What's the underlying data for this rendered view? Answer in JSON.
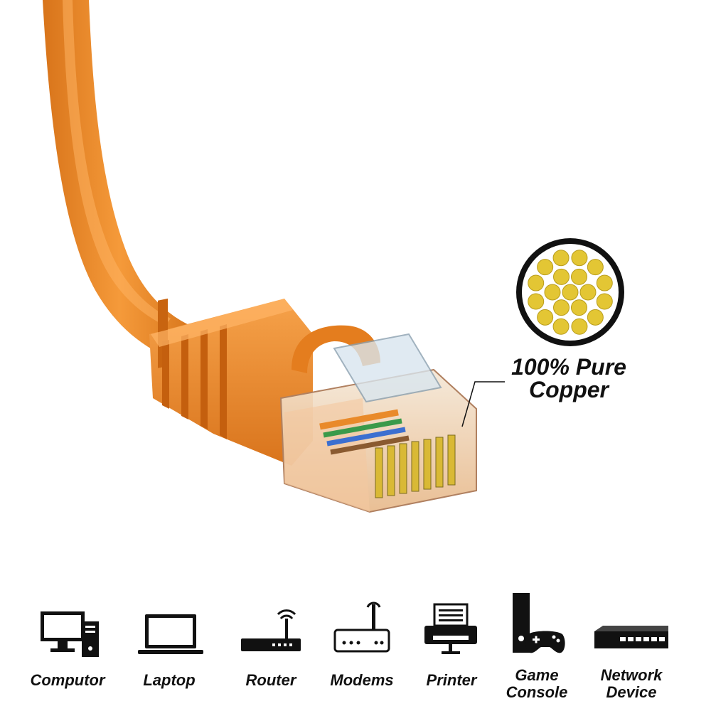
{
  "product": {
    "colors": {
      "cable": "#f08a24",
      "cable_dark": "#c96a12",
      "copper": "#e3c634",
      "icon": "#111111"
    }
  },
  "callout": {
    "line1": "100% Pure",
    "line2": "Copper"
  },
  "devices": [
    {
      "label1": "Computor",
      "label2": "",
      "icon": "computer-icon"
    },
    {
      "label1": "Laptop",
      "label2": "",
      "icon": "laptop-icon"
    },
    {
      "label1": "Router",
      "label2": "",
      "icon": "router-icon"
    },
    {
      "label1": "Modems",
      "label2": "",
      "icon": "modem-icon"
    },
    {
      "label1": "Printer",
      "label2": "",
      "icon": "printer-icon"
    },
    {
      "label1": "Game",
      "label2": "Console",
      "icon": "game-console-icon"
    },
    {
      "label1": "Network",
      "label2": "Device",
      "icon": "network-device-icon"
    }
  ]
}
